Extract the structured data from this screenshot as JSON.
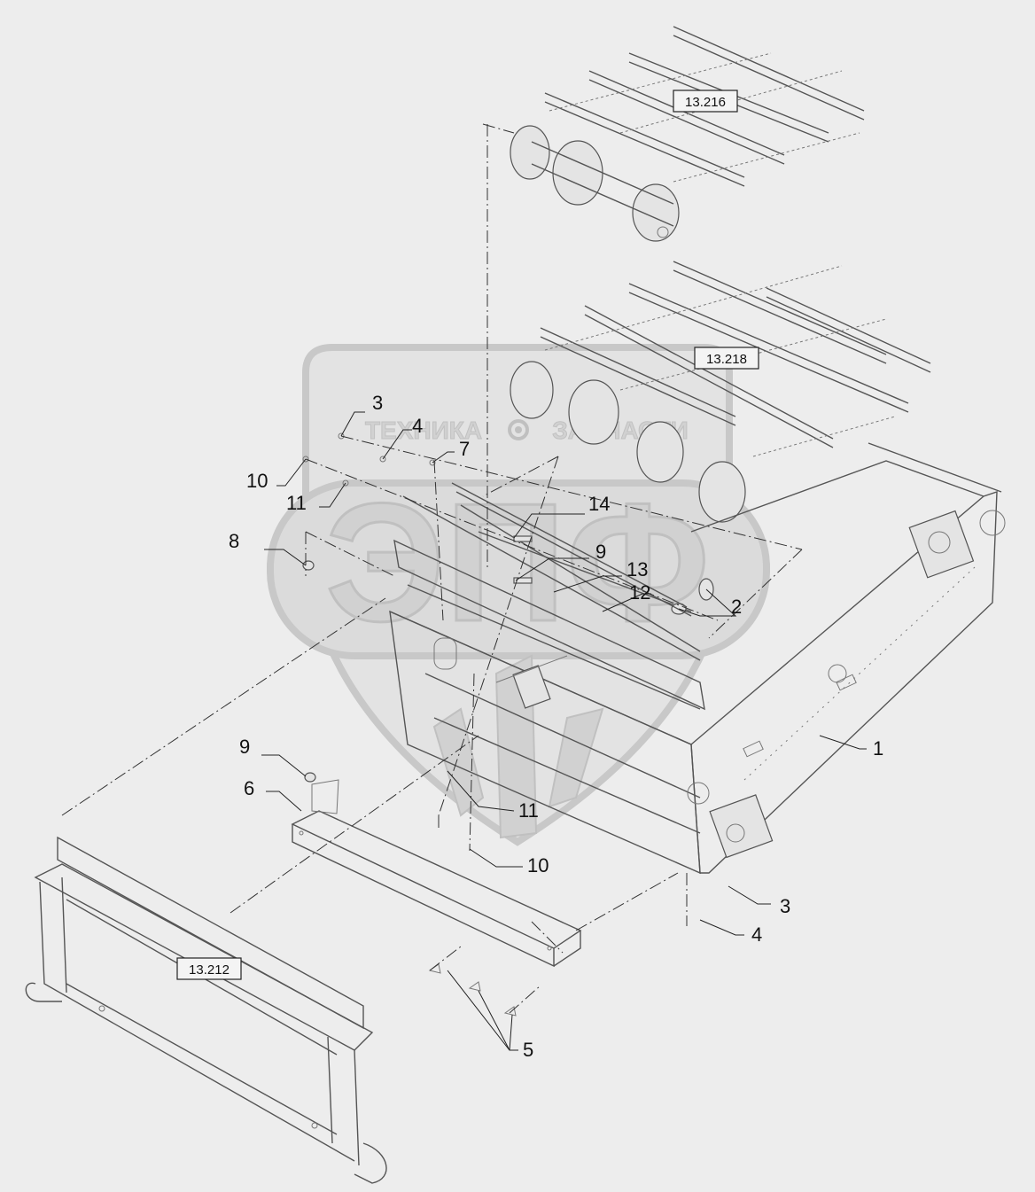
{
  "watermark": {
    "left_text": "ТЕХНИКА",
    "right_text": "ЗАПЧАСТИ",
    "logo_letters": "ЭПФ",
    "gear_icon": "gear-icon"
  },
  "references": [
    "13.216",
    "13.218",
    "13.212"
  ],
  "callouts": [
    "3",
    "4",
    "7",
    "10",
    "11",
    "14",
    "8",
    "9",
    "13",
    "12",
    "2",
    "1",
    "9",
    "6",
    "11",
    "10",
    "3",
    "4",
    "5"
  ],
  "colors": {
    "background": "#ededed",
    "line": "#555555",
    "watermark": "#cfcfcf"
  }
}
